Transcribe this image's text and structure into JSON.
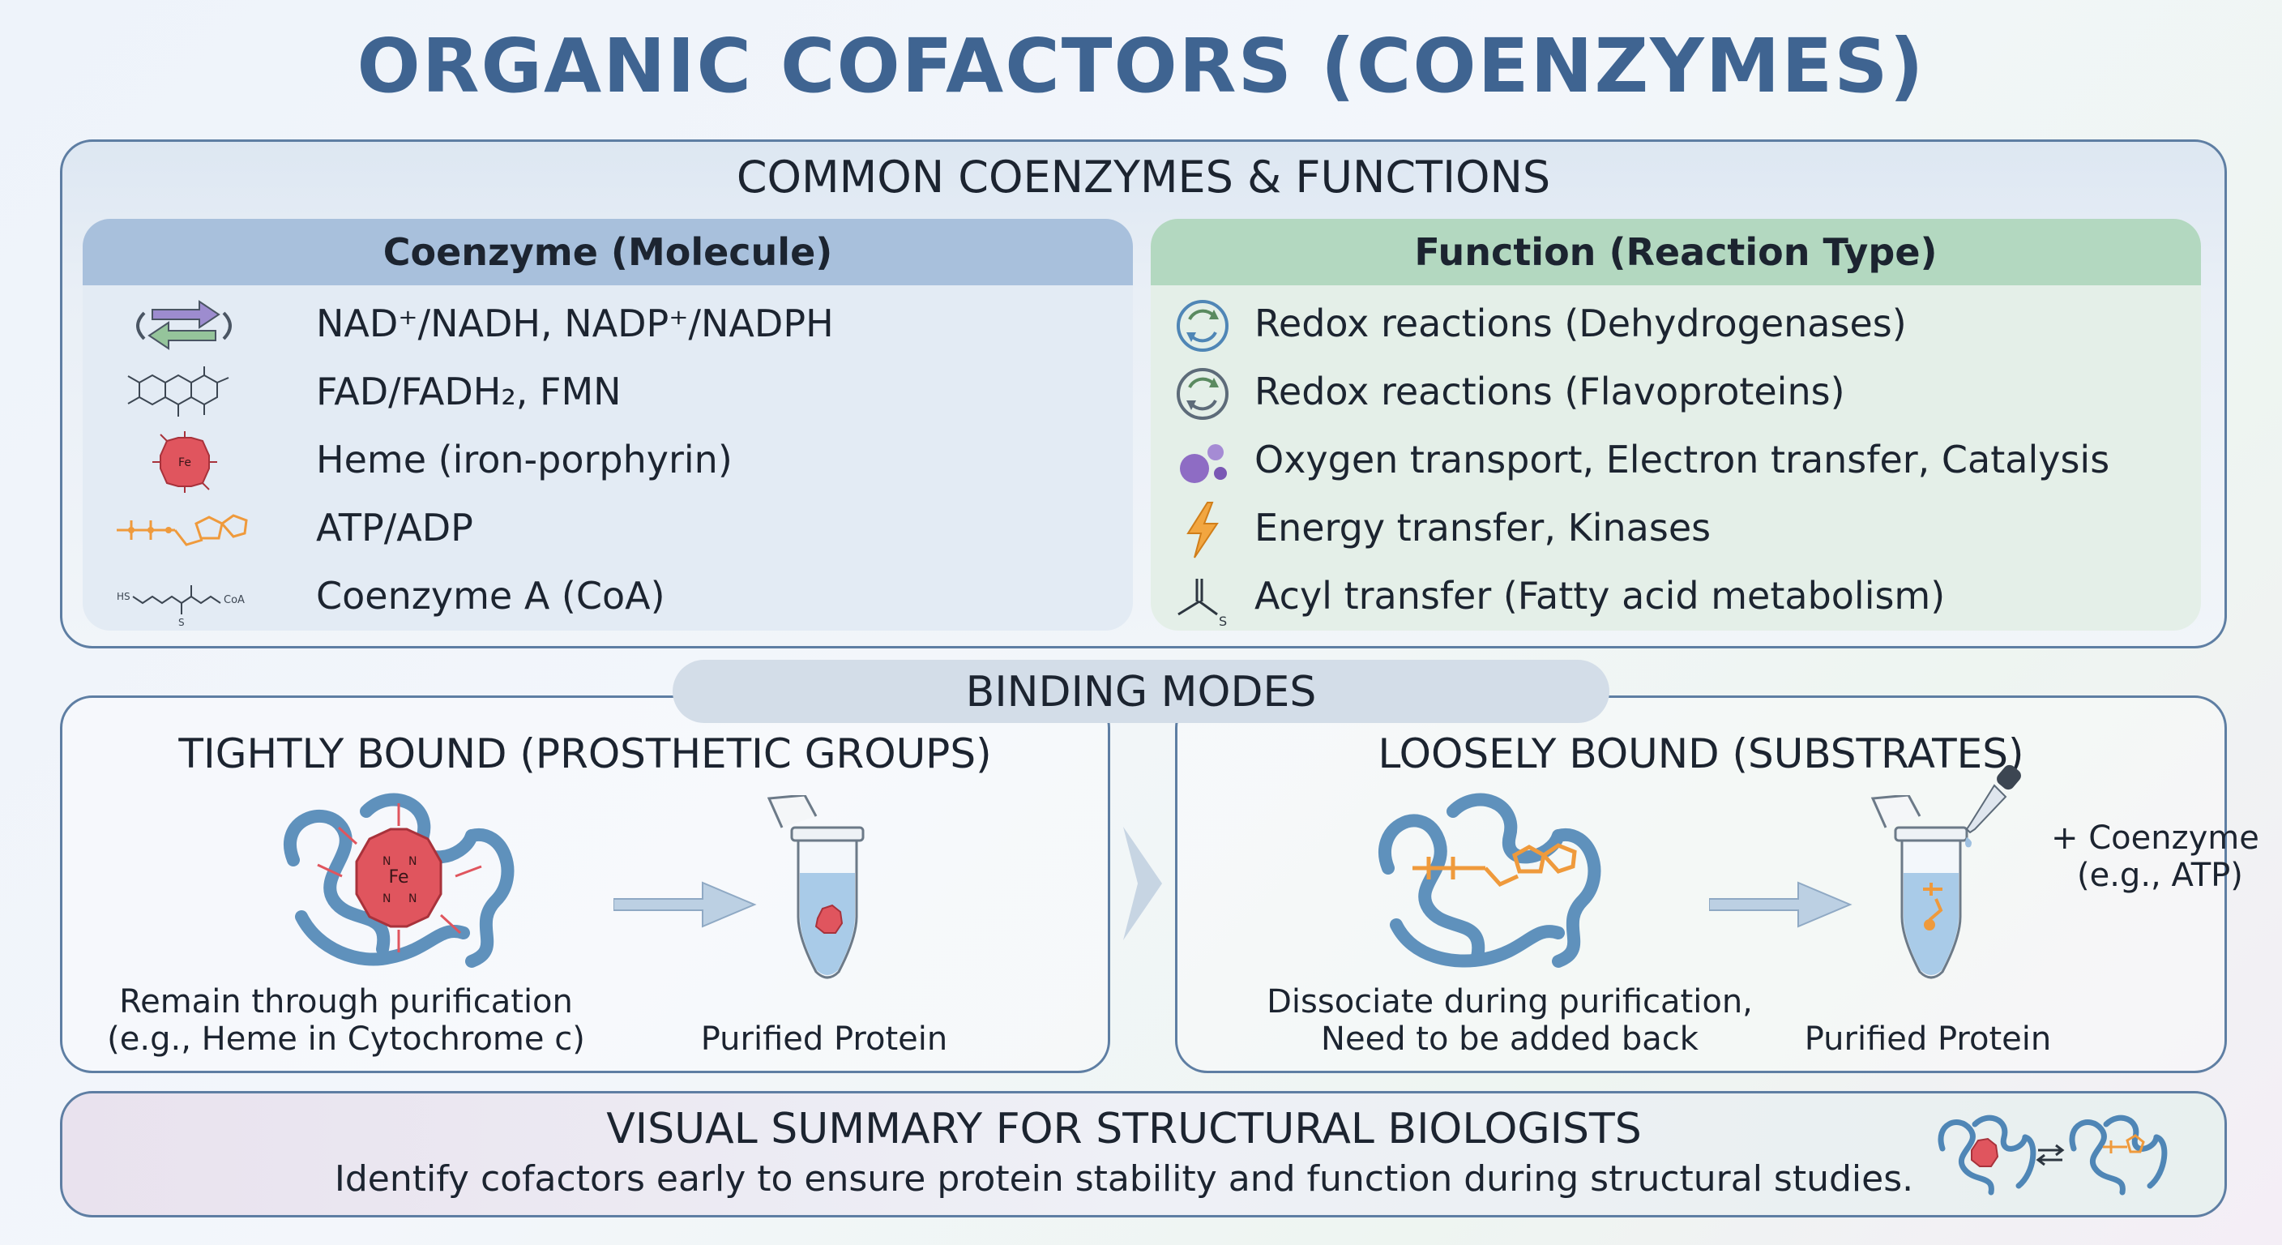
{
  "title": "ORGANIC COFACTORS (COENZYMES)",
  "common": {
    "heading": "COMMON COENZYMES & FUNCTIONS",
    "col_molecule": "Coenzyme (Molecule)",
    "col_function": "Function (Reaction Type)",
    "rows": [
      {
        "molecule": "NAD⁺/NADH, NADP⁺/NADPH",
        "function": "Redox reactions (Dehydrogenases)",
        "mol_icon": "redox-arrows-icon",
        "fn_icon": "cycle-icon"
      },
      {
        "molecule": "FAD/FADH₂, FMN",
        "function": "Redox reactions (Flavoproteins)",
        "mol_icon": "flavin-structure-icon",
        "fn_icon": "cycle-icon"
      },
      {
        "molecule": "Heme (iron-porphyrin)",
        "function": "Oxygen transport, Electron transfer, Catalysis",
        "mol_icon": "heme-icon",
        "fn_icon": "bubbles-icon"
      },
      {
        "molecule": "ATP/ADP",
        "function": "Energy transfer, Kinases",
        "mol_icon": "atp-structure-icon",
        "fn_icon": "lightning-icon"
      },
      {
        "molecule": "Coenzyme A (CoA)",
        "function": "Acyl transfer (Fatty acid metabolism)",
        "mol_icon": "coa-structure-icon",
        "fn_icon": "thioester-icon"
      }
    ],
    "heme_fe": "Fe",
    "coa_hs": "HS",
    "coa_s": "S",
    "coa_tail": "CoA",
    "thio_s": "S"
  },
  "binding": {
    "heading": "BINDING MODES",
    "tight": {
      "title": "TIGHTLY BOUND (PROSTHETIC GROUPS)",
      "caption_line1": "Remain through purification",
      "caption_line2": "(e.g., Heme in Cytochrome c)",
      "tube_label": "Purified Protein",
      "fe_label": "Fe",
      "n_label": "N"
    },
    "loose": {
      "title": "LOOSELY BOUND (SUBSTRATES)",
      "caption_line1": "Dissociate during purification,",
      "caption_line2": "Need to be added back",
      "tube_label": "Purified Protein",
      "add_line1": "+ Coenzyme",
      "add_line2": "(e.g., ATP)"
    }
  },
  "summary": {
    "title": "VISUAL SUMMARY FOR STRUCTURAL BIOLOGISTS",
    "subtitle": "Identify cofactors early to ensure protein stability and function during structural studies."
  },
  "colors": {
    "title": "#3f6491",
    "heme_red": "#e0555e",
    "atp_orange": "#ef9a3c",
    "protein_blue": "#4f86b6",
    "arrow": "#8fa9c4"
  }
}
